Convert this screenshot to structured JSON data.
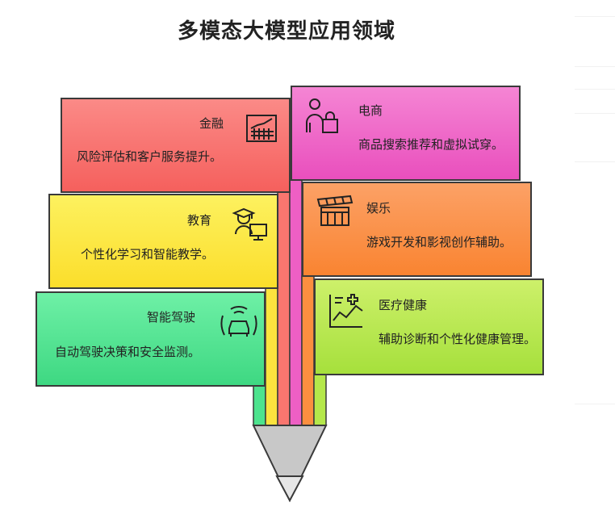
{
  "title": "多模态大模型应用领域",
  "colors": {
    "finance": "#f9766f",
    "education": "#fce33e",
    "autodrive": "#4de38e",
    "ecommerce": "#ee5fc4",
    "entertainment": "#fb8f3f",
    "healthcare": "#b5e84a",
    "pencil_tip": "#c8c8c8",
    "outline": "#3a3a3a"
  },
  "left": [
    {
      "key": "finance",
      "name": "金融",
      "desc": "风险评估和客户服务提升。",
      "icon": "finance-chart-icon"
    },
    {
      "key": "education",
      "name": "教育",
      "desc": "个性化学习和智能教学。",
      "icon": "graduate-computer-icon"
    },
    {
      "key": "autodrive",
      "name": "智能驾驶",
      "desc": "自动驾驶决策和安全监测。",
      "icon": "self-driving-car-icon"
    }
  ],
  "right": [
    {
      "key": "ecommerce",
      "name": "电商",
      "desc": "商品搜索推荐和虚拟试穿。",
      "icon": "shopper-bag-icon"
    },
    {
      "key": "entertainment",
      "name": "娱乐",
      "desc": "游戏开发和影视创作辅助。",
      "icon": "film-clapper-icon"
    },
    {
      "key": "healthcare",
      "name": "医疗健康",
      "desc": "辅助诊断和个性化健康管理。",
      "icon": "medical-chart-icon"
    }
  ]
}
